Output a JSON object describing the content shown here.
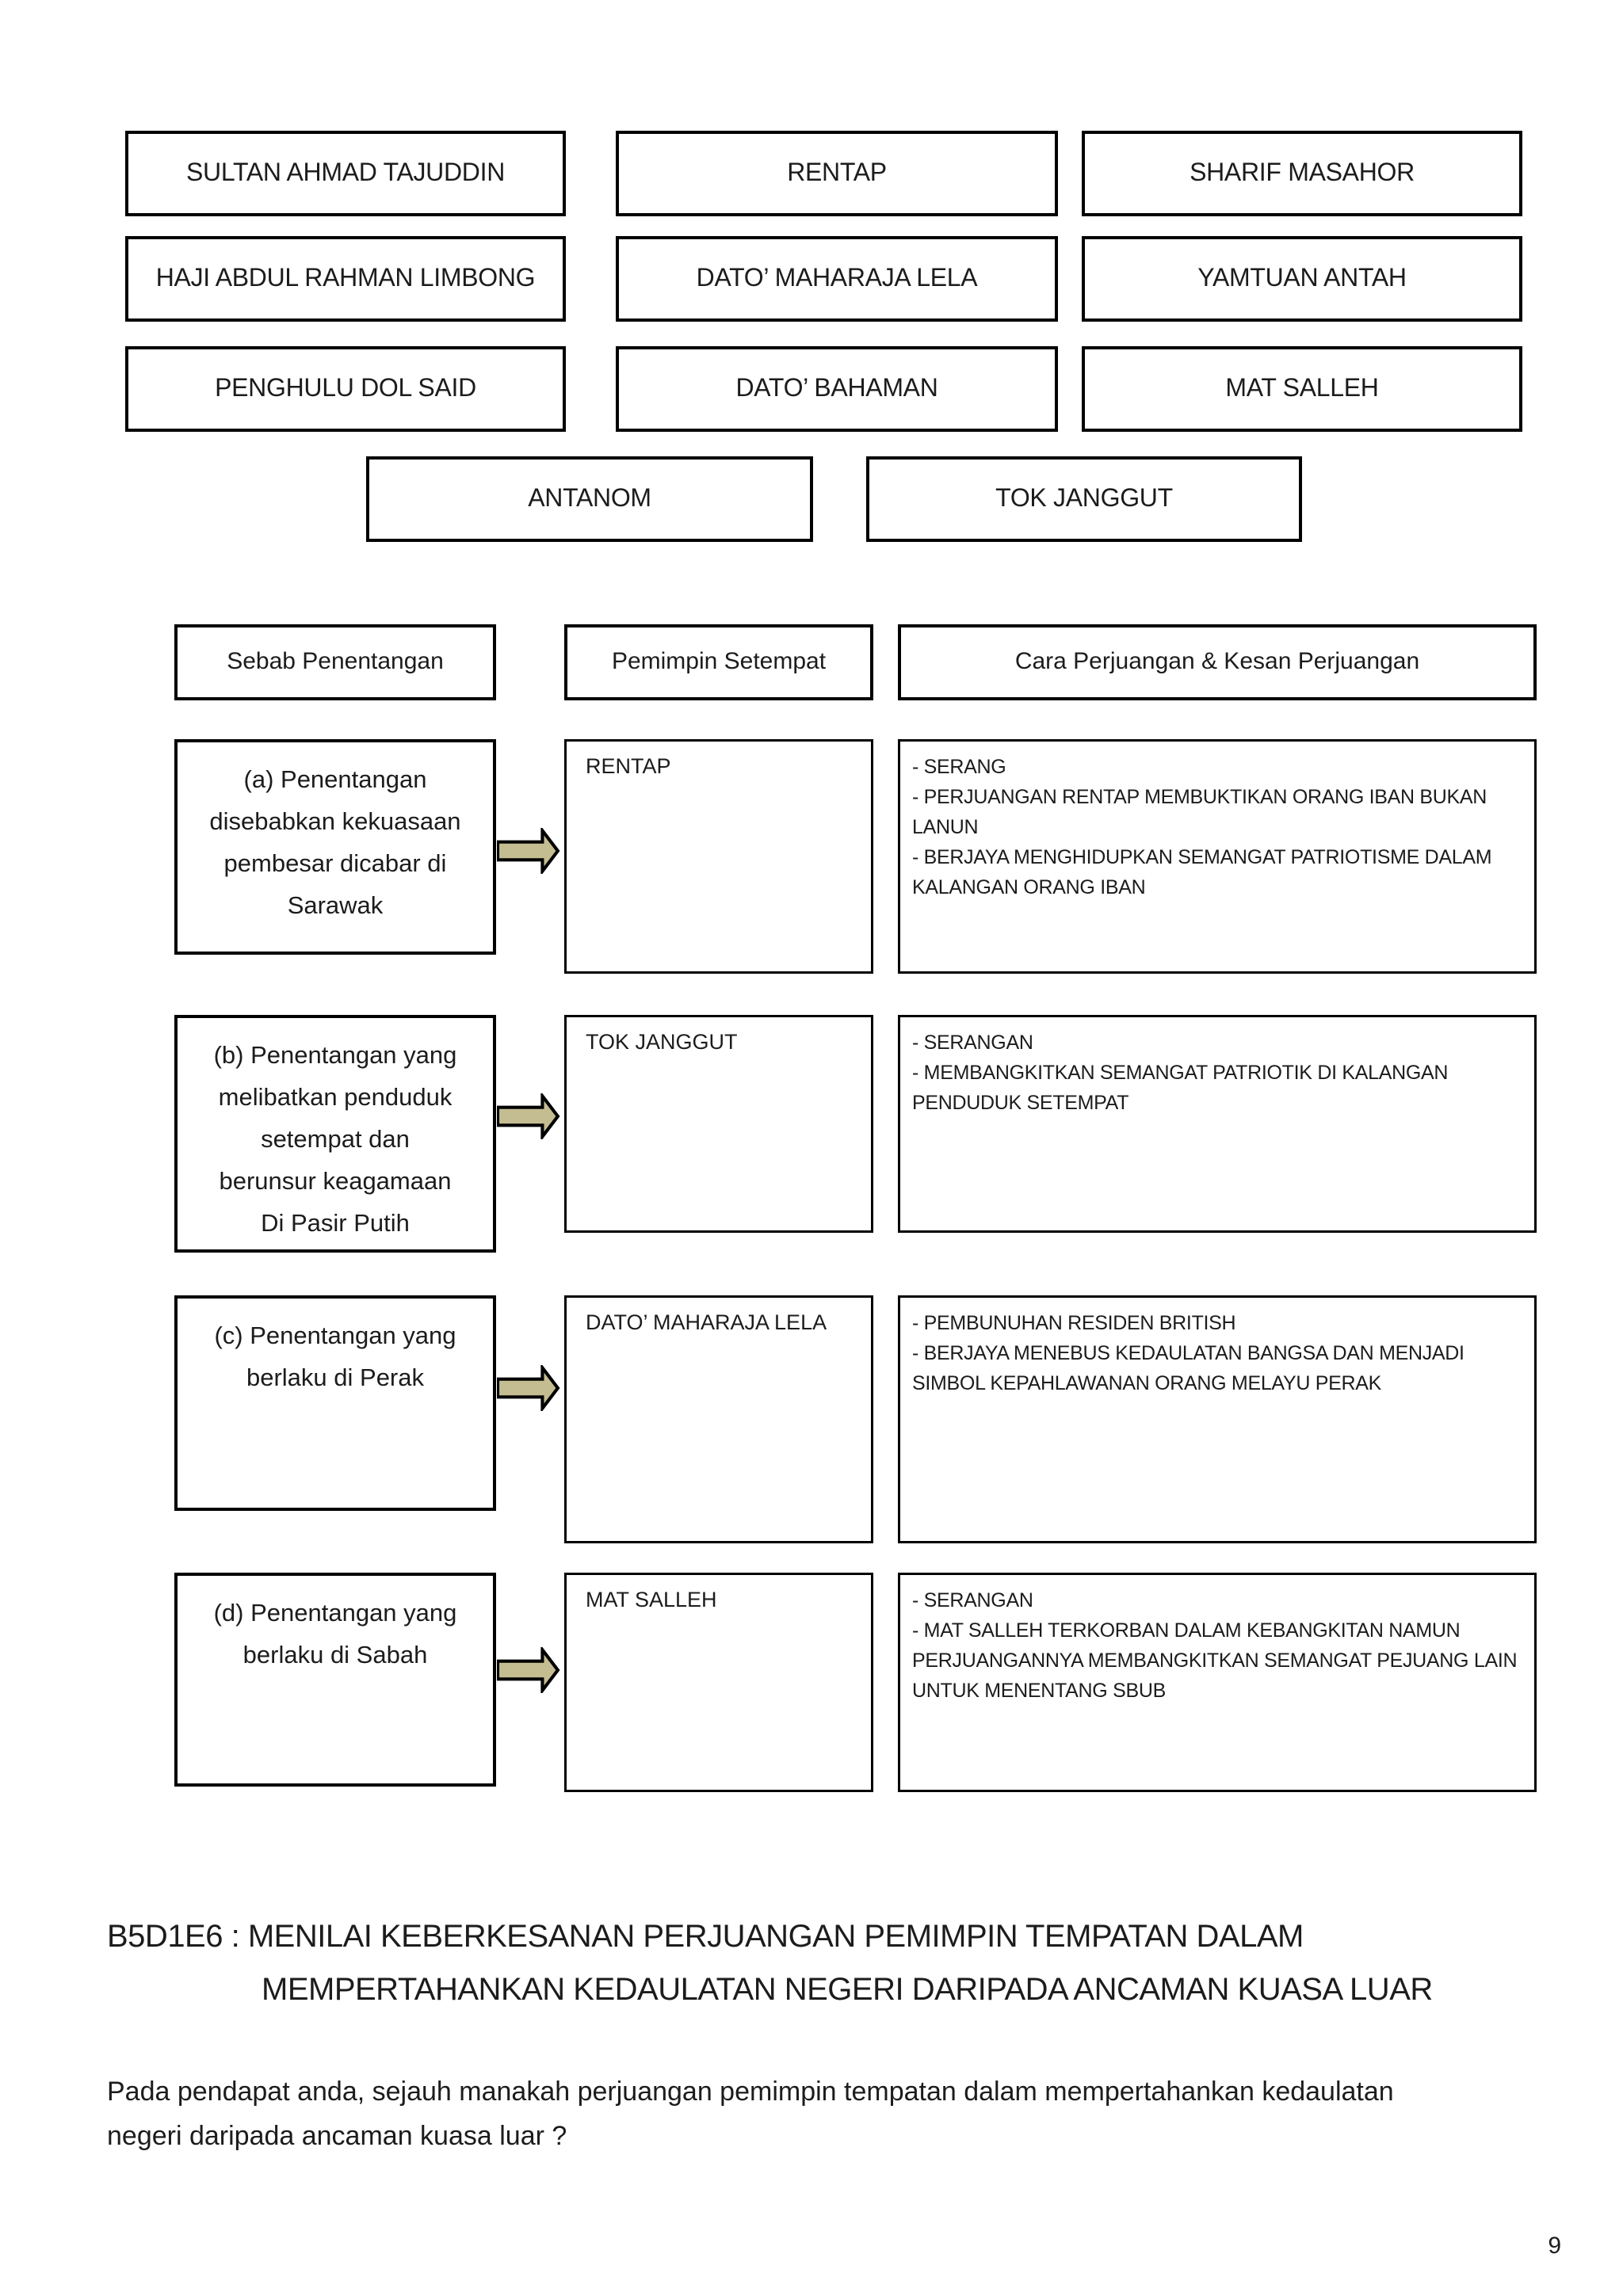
{
  "colors": {
    "arrow_fill": "#c5bd92",
    "border": "#000000",
    "text": "#1c1c1c"
  },
  "leaders": [
    [
      "SULTAN AHMAD TAJUDDIN",
      "RENTAP",
      "SHARIF MASAHOR"
    ],
    [
      "HAJI ABDUL RAHMAN LIMBONG",
      "DATO’ MAHARAJA LELA",
      "YAMTUAN ANTAH"
    ],
    [
      "PENGHULU DOL SAID",
      "DATO’ BAHAMAN",
      "MAT SALLEH"
    ],
    [
      "ANTANOM",
      "TOK JANGGUT"
    ]
  ],
  "table": {
    "headers": [
      "Sebab Penentangan",
      "Pemimpin Setempat",
      "Cara Perjuangan & Kesan Perjuangan"
    ],
    "rows": [
      {
        "cause_lines": [
          "(a) Penentangan",
          "disebabkan kekuasaan",
          "pembesar dicabar di",
          "Sarawak"
        ],
        "leader": "RENTAP",
        "effect_lines": [
          "- SERANG",
          "- PERJUANGAN RENTAP MEMBUKTIKAN ORANG IBAN BUKAN",
          "LANUN",
          "- BERJAYA MENGHIDUPKAN SEMANGAT PATRIOTISME DALAM",
          "KALANGAN ORANG IBAN"
        ]
      },
      {
        "cause_lines": [
          "(b) Penentangan yang",
          "melibatkan penduduk",
          "setempat dan",
          "berunsur keagamaan",
          "Di Pasir Putih"
        ],
        "leader": "TOK JANGGUT",
        "effect_lines": [
          "- SERANGAN",
          "- MEMBANGKITKAN SEMANGAT PATRIOTIK DI KALANGAN",
          "PENDUDUK SETEMPAT"
        ]
      },
      {
        "cause_lines": [
          "(c) Penentangan yang",
          "berlaku di Perak"
        ],
        "leader": "DATO’ MAHARAJA LELA",
        "effect_lines": [
          "- PEMBUNUHAN RESIDEN BRITISH",
          "- BERJAYA MENEBUS KEDAULATAN BANGSA DAN MENJADI",
          "SIMBOL KEPAHLAWANAN ORANG MELAYU PERAK"
        ]
      },
      {
        "cause_lines": [
          "(d) Penentangan yang",
          "berlaku di Sabah"
        ],
        "leader": "MAT SALLEH",
        "effect_lines": [
          "- SERANGAN",
          "-  MAT SALLEH TERKORBAN DALAM KEBANGKITAN NAMUN",
          "PERJUANGANNYA MEMBANGKITKAN SEMANGAT PEJUANG LAIN",
          "UNTUK MENENTANG SBUB"
        ]
      }
    ]
  },
  "footer": {
    "title_line1": "B5D1E6 : MENILAI KEBERKESANAN PERJUANGAN PEMIMPIN TEMPATAN DALAM",
    "title_line2": "MEMPERTAHANKAN KEDAULATAN NEGERI DARIPADA ANCAMAN KUASA LUAR",
    "question_lines": [
      "Pada pendapat anda, sejauh manakah perjuangan pemimpin tempatan dalam mempertahankan kedaulatan",
      "negeri daripada ancaman kuasa luar ?"
    ],
    "page_number": "9"
  }
}
